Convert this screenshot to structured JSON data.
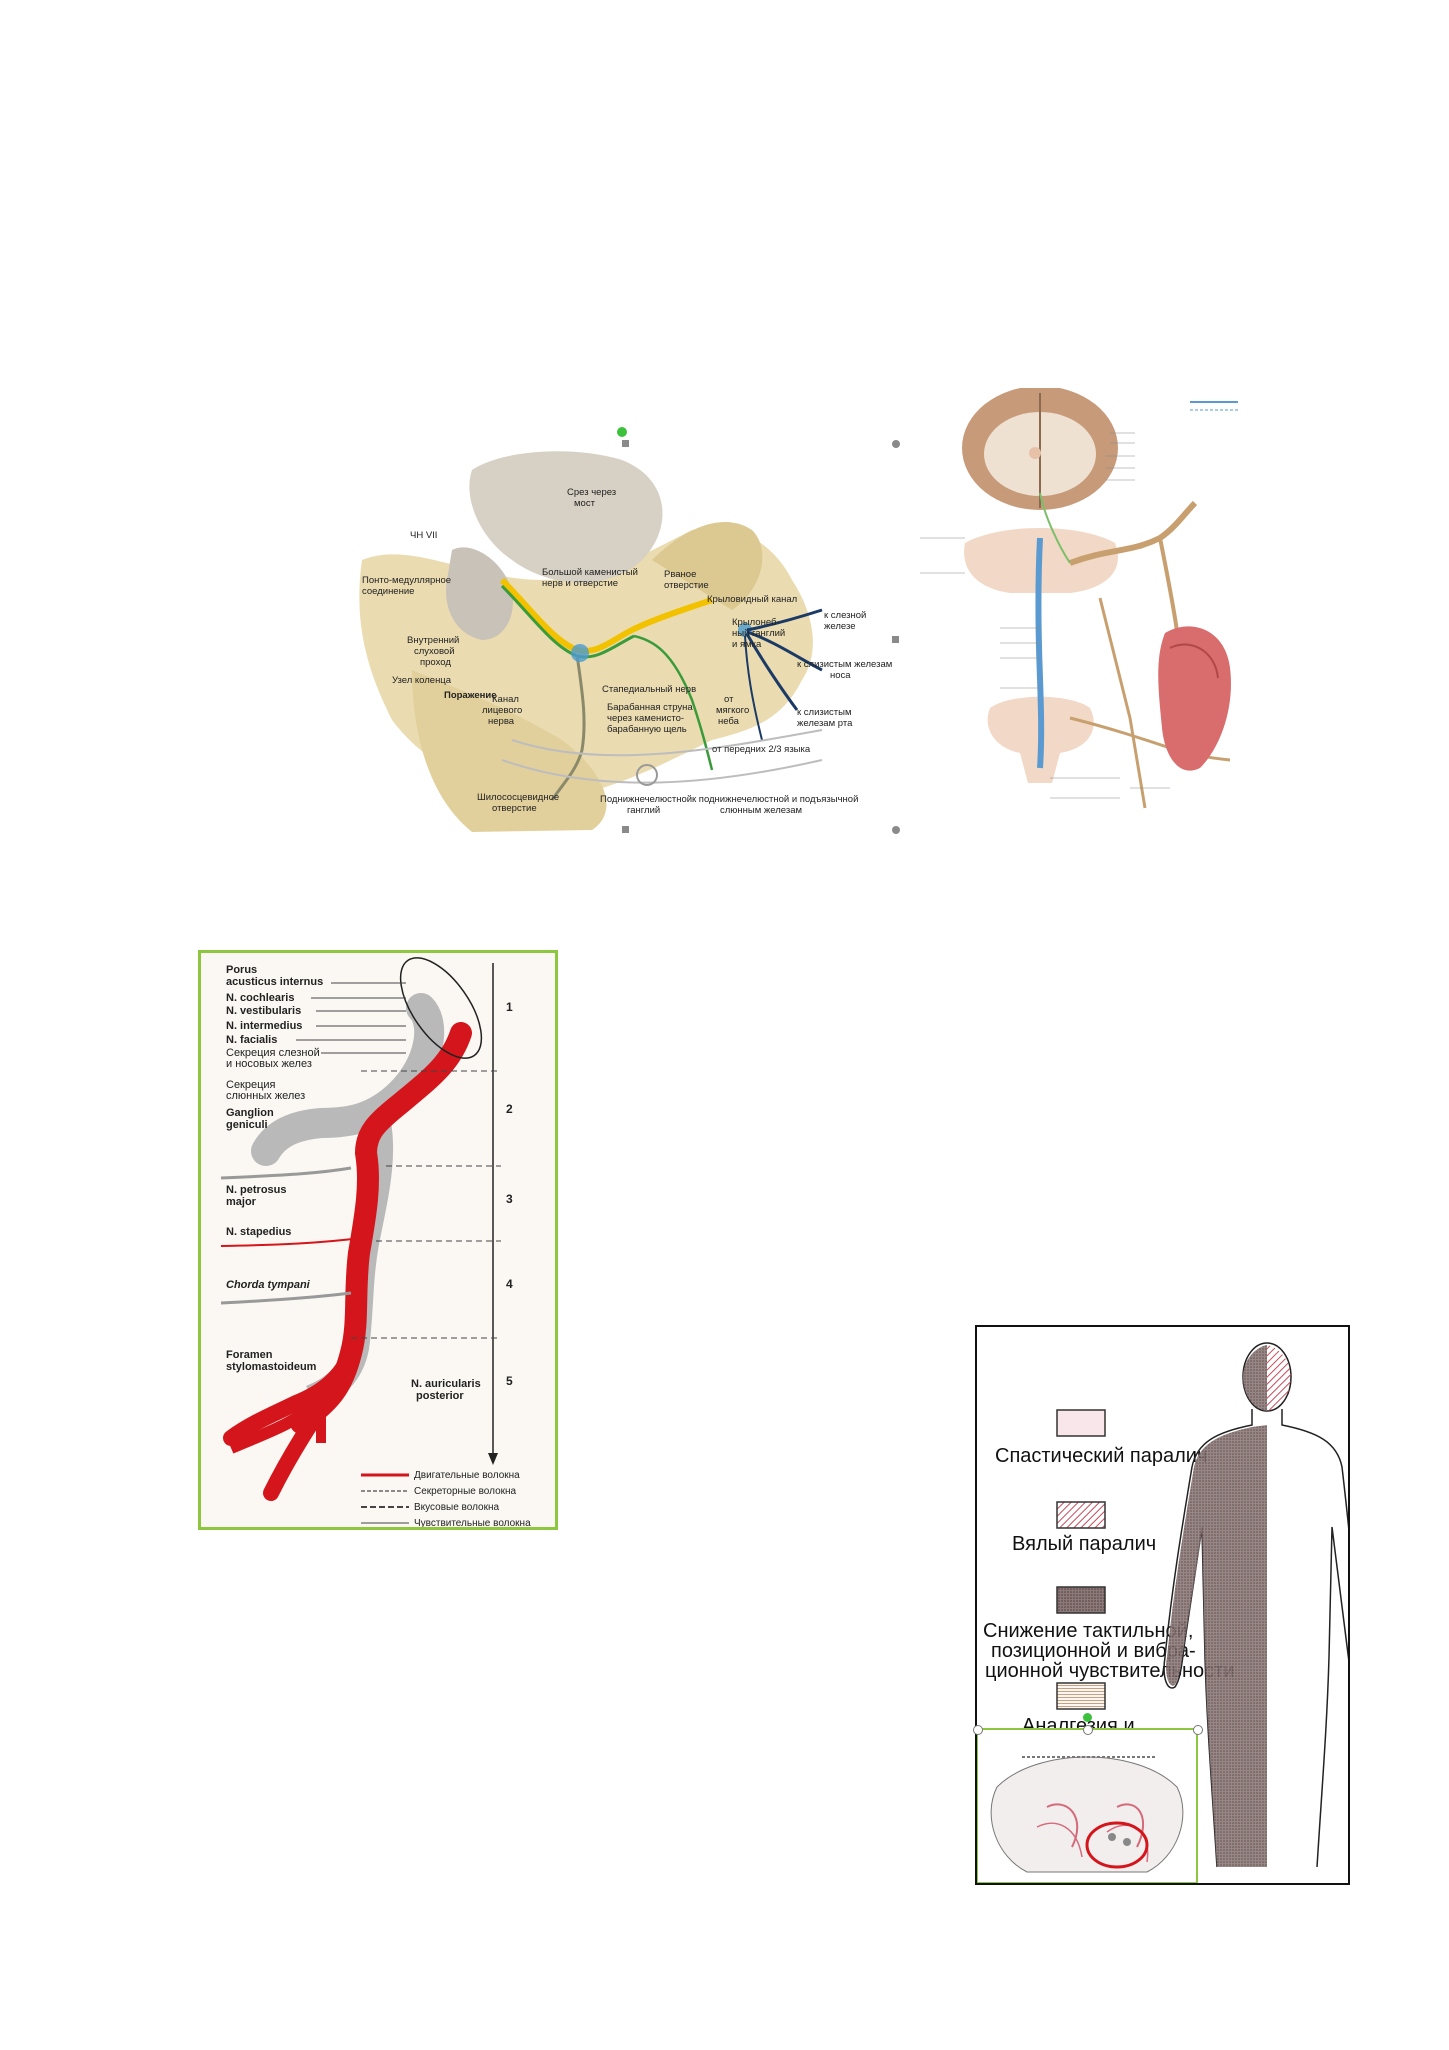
{
  "fig1": {
    "labels": {
      "slice": "Срез через\nмост",
      "cn7": "ЧН VII",
      "ponto": "Понто-медуллярное\nсоединение",
      "gsp": "Большой каменистый\nнерв и отверстие",
      "lacerum": "Рваное\nотверстие",
      "pterygoid": "Крыловидный канал",
      "ppg": "Крылонеб-\nный ганглий\nи ямка",
      "lacrimal": "к слезной\nжелезе",
      "nasal": "к слизистым железам\nноса",
      "iam": "Внутренний\nслуховой\nпроход",
      "geniculate": "Узел коленца",
      "lesion": "Поражение",
      "canal": "Канал\nлицевого\nнерва",
      "stapedius": "Стапедиальный нерв",
      "chorda": "Барабанная струна\nчерез каменисто-\nбарабанную щель",
      "softpalate": "от\nмягкого\nнеба",
      "oral": "к слизистым\nжелезам рта",
      "tongue": "от передних 2/3 языка",
      "stylomastoid": "Шилососцевидное\nотверстие",
      "submand_g": "Поднижнечелюстной\nганглий",
      "glands": "к поднижнечелюстной и подъязычной\nслюнным железам"
    }
  },
  "fig3": {
    "labels": {
      "porus": "Porus\nacusticus internus",
      "cochlearis": "N. cochlearis",
      "vestibularis": "N. vestibularis",
      "intermedius": "N. intermedius",
      "facialis": "N. facialis",
      "secr_lacr": "Секреция слезной\nи носовых желез",
      "secr_saliv": "Секреция\nслюнных желез",
      "ganglion": "Ganglion\ngeniculi",
      "petrosus": "N. petrosus\nmajor",
      "stapedius": "N. stapedius",
      "chorda": "Chorda tympani",
      "foramen": "Foramen\nstylomastoideum",
      "auricularis": "N. auricularis\nposterior"
    },
    "segments": [
      "1",
      "2",
      "3",
      "4",
      "5"
    ],
    "legend": [
      "Двигательные волокна",
      "Секреторные волокна",
      "Вкусовые волокна",
      "Чувствительные волокна"
    ]
  },
  "fig4": {
    "legend": [
      "Спастический паралич",
      "Вялый паралич",
      "Снижение тактильной,\nпозиционной и вибра-\nционной чувствительности",
      "Аналгезия и\nтерманестезия"
    ]
  },
  "colors": {
    "green_frame": "#8dc63f",
    "nerve_red": "#d4151b",
    "bone": "#eadcb0",
    "nerve_blue": "#1b3a66"
  }
}
